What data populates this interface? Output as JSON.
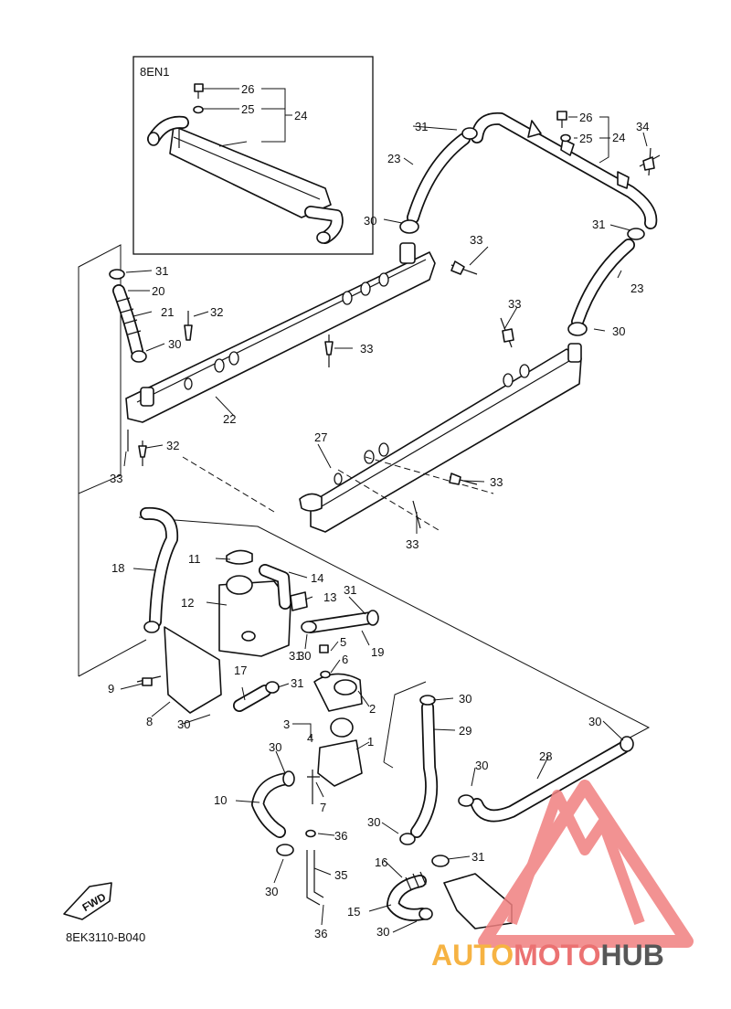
{
  "inset": {
    "model_code": "8EN1",
    "labels": [
      "26",
      "25",
      "24"
    ]
  },
  "callouts": {
    "c1": "1",
    "c2": "2",
    "c3": "3",
    "c4": "4",
    "c5": "5",
    "c6": "6",
    "c7": "7",
    "c8": "8",
    "c9": "9",
    "c10": "10",
    "c11": "11",
    "c12": "12",
    "c13": "13",
    "c14": "14",
    "c15": "15",
    "c16": "16",
    "c17": "17",
    "c18": "18",
    "c19": "19",
    "c20": "20",
    "c21": "21",
    "c22": "22",
    "c23": "23",
    "c24": "24",
    "c25": "25",
    "c26": "26",
    "c27": "27",
    "c28": "28",
    "c29": "29",
    "c30": "30",
    "c31": "31",
    "c32": "32",
    "c33": "33",
    "c34": "34",
    "c35": "35",
    "c36": "36"
  },
  "fwd_label": "FWD",
  "diagram_code": "8EK3110-B040",
  "watermark": {
    "text_a": "AUTO",
    "text_b": "MOTO",
    "text_c": "HUB",
    "color_a": "#f5a623",
    "color_b": "#e85a5a",
    "color_c": "#3a3a3a",
    "logo_color": "#f08080"
  }
}
